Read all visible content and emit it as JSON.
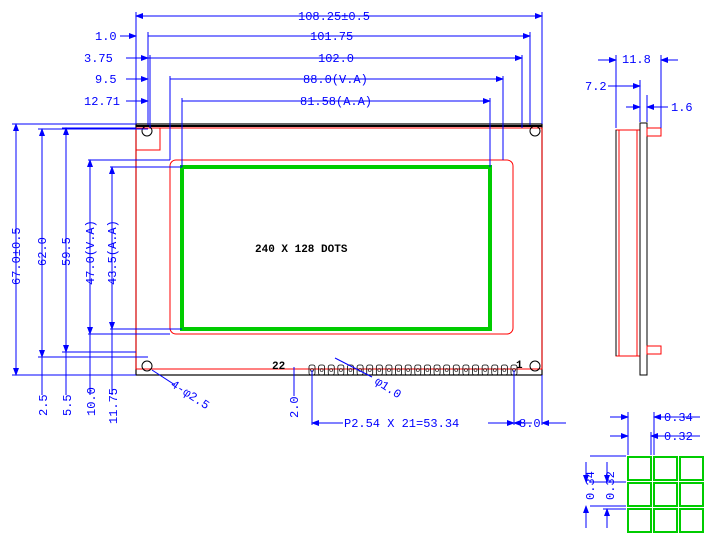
{
  "top_dims": {
    "outline": "108.25±0.5",
    "holes_span": "101.75",
    "pcb_inner": "102.0",
    "view_area": "88.0(V.A)",
    "active_area": "81.58(A.A)"
  },
  "left_offsets": [
    "1.0",
    "3.75",
    "9.5",
    "12.71"
  ],
  "vertical_dims": [
    "67.0±0.5",
    "62.0",
    "59.5",
    "47.0(V.A)",
    "43.5(A.A)"
  ],
  "bottom_offsets": [
    "2.5",
    "5.5",
    "10.0",
    "11.75"
  ],
  "display_label": "240 X 128 DOTS",
  "hole_label": "4-φ2.5",
  "pin_hole_label": "φ1.0",
  "pin_first": "1",
  "pin_last": "22",
  "pin_offset": "2.0",
  "pin_pitch": "P2.54 X 21=53.34",
  "pin_right": "8.0",
  "side_dims": {
    "thickness": "11.8",
    "body": "7.2",
    "pcb": "1.6"
  },
  "dot_dims": {
    "h_pitch": "0.34",
    "h_size": "0.32",
    "v_pitch": "0.34",
    "v_size": "0.32"
  },
  "colors": {
    "dimension": "#0000ff",
    "outline": "#000000",
    "view_area": "#ff0000",
    "active_area": "#00cc00"
  }
}
